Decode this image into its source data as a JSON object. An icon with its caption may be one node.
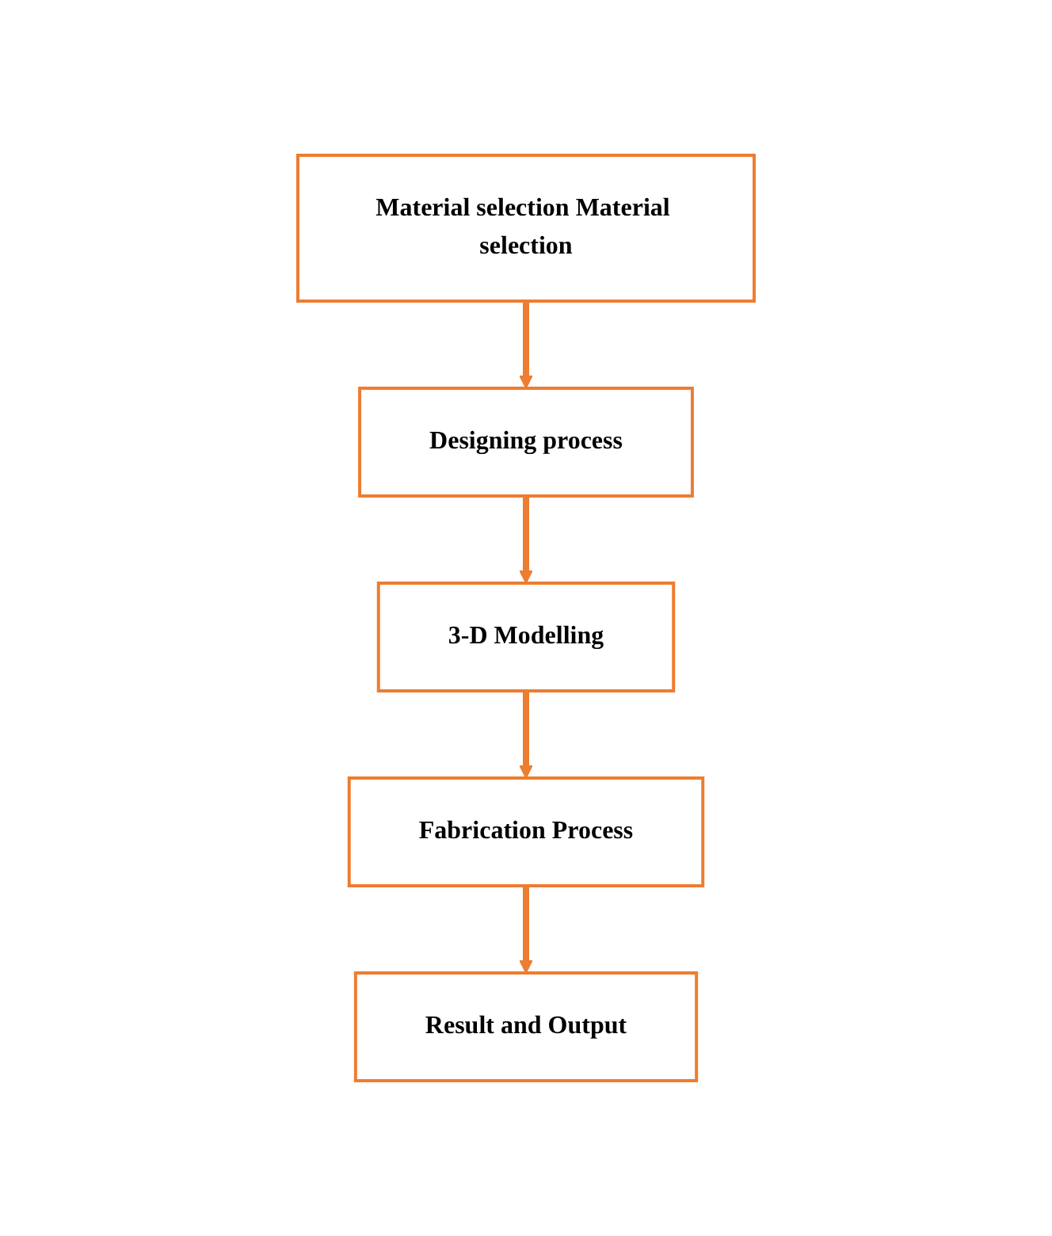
{
  "diagram": {
    "nodes": [
      {
        "text": [
          "Material selection Material selection"
        ]
      },
      {
        "text": [
          "Designing process"
        ]
      },
      {
        "text": [
          "3-D Modelling"
        ]
      },
      {
        "text": [
          "Fabrication Process"
        ]
      },
      {
        "text": [
          "Result and Output"
        ]
      }
    ],
    "edges": [
      {
        "from": 0,
        "to": 1,
        "arrow": "to"
      },
      {
        "from": 1,
        "to": 2,
        "arrow": "to"
      },
      {
        "from": 2,
        "to": 3,
        "arrow": "to"
      },
      {
        "from": 3,
        "to": 4,
        "arrow": "to"
      }
    ]
  }
}
